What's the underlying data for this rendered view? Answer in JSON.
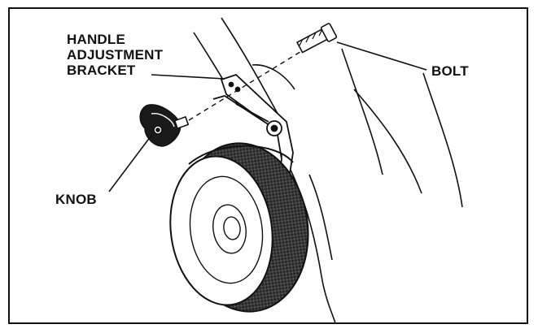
{
  "labels": {
    "handle_line1": "HANDLE",
    "handle_line2": "ADJUSTMENT",
    "handle_line3": "BRACKET",
    "bolt": "BOLT",
    "knob": "KNOB"
  },
  "colors": {
    "ink": "#111111",
    "tire_tread": "#2a2a2a",
    "background": "#ffffff"
  }
}
